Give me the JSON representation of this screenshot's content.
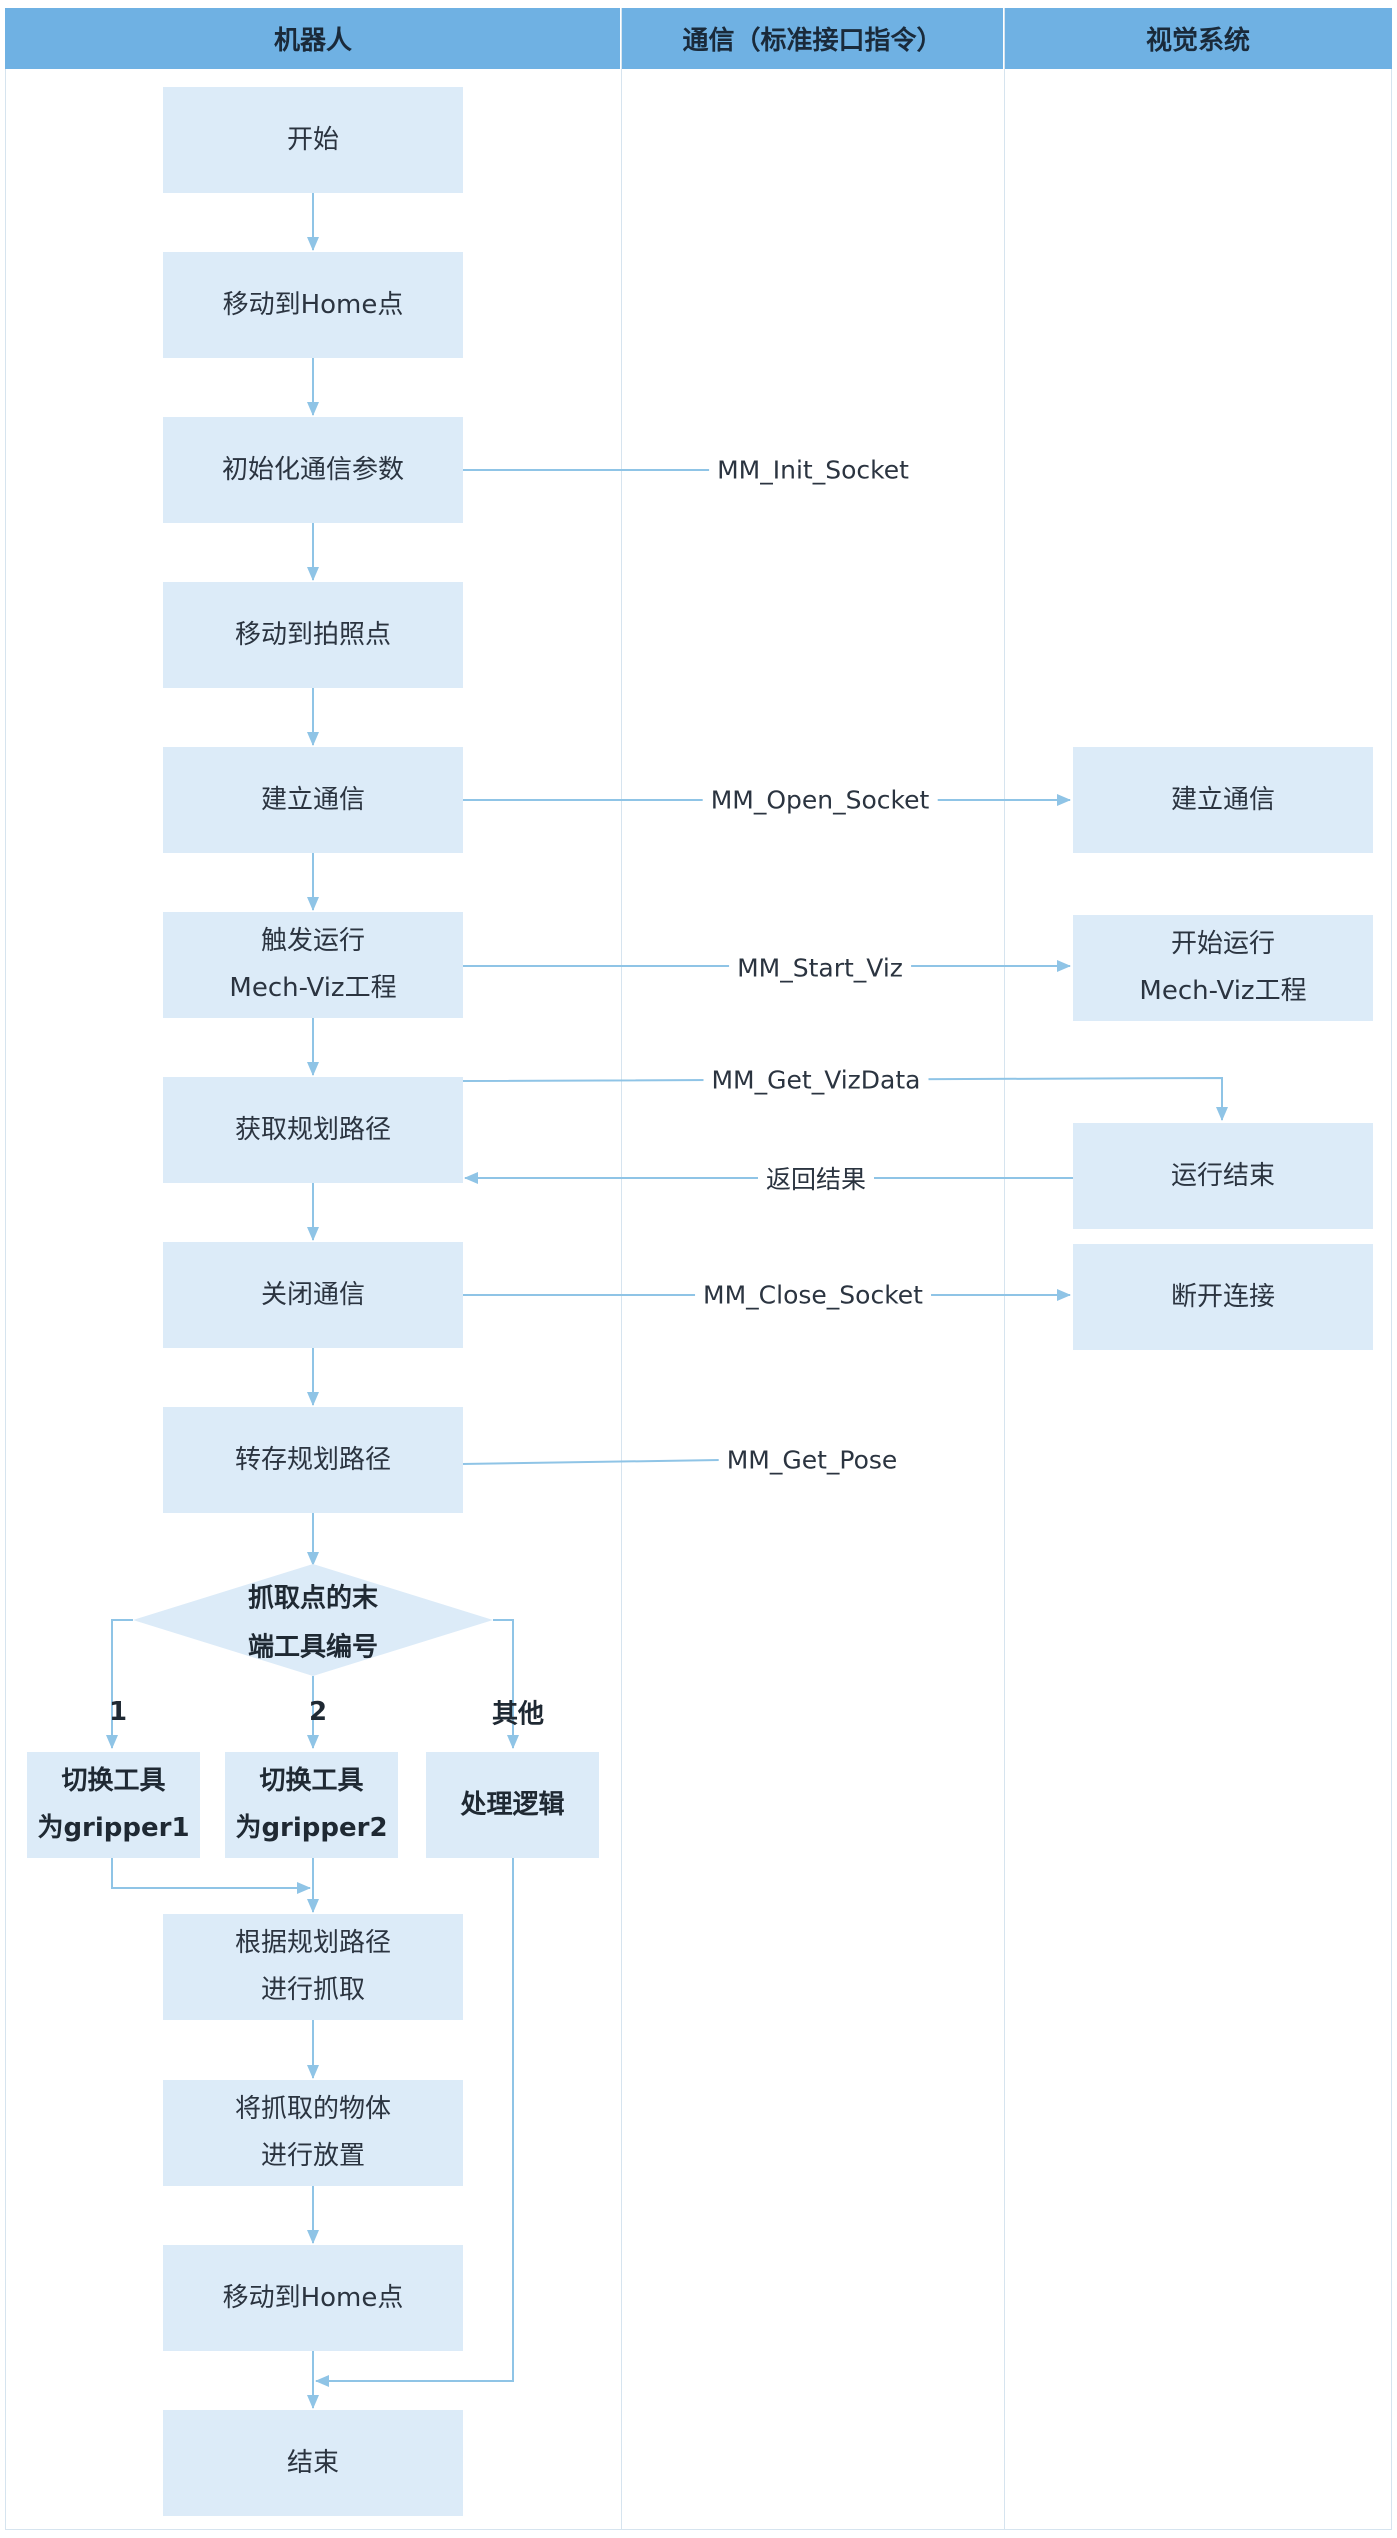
{
  "lanes": {
    "robot": "机器人",
    "comm": "通信（标准接口指令）",
    "vision": "视觉系统"
  },
  "robot_steps": {
    "start": "开始",
    "move_home": "移动到Home点",
    "init_comm": "初始化通信参数",
    "move_photo": "移动到拍照点",
    "open_comm": "建立通信",
    "trigger_1": "触发运行",
    "trigger_2": "Mech-Viz工程",
    "get_path": "获取规划路径",
    "close_comm": "关闭通信",
    "save_path": "转存规划路径",
    "decision_1": "抓取点的末",
    "decision_2": "端工具编号",
    "branch_1": "1",
    "branch_2": "2",
    "branch_other": "其他",
    "switch1_1": "切换工具",
    "switch1_2": "为gripper1",
    "switch2_1": "切换工具",
    "switch2_2": "为gripper2",
    "other_logic": "处理逻辑",
    "grab_1": "根据规划路径",
    "grab_2": "进行抓取",
    "place_1": "将抓取的物体",
    "place_2": "进行放置",
    "move_home2": "移动到Home点",
    "end": "结束"
  },
  "commands": {
    "init_socket": "MM_Init_Socket",
    "open_socket": "MM_Open_Socket",
    "start_viz": "MM_Start_Viz",
    "get_vizdata": "MM_Get_VizData",
    "return_result": "返回结果",
    "close_socket": "MM_Close_Socket",
    "get_pose": "MM_Get_Pose"
  },
  "vision_steps": {
    "open_comm": "建立通信",
    "start_run_1": "开始运行",
    "start_run_2": "Mech-Viz工程",
    "run_end": "运行结束",
    "disconnect": "断开连接"
  },
  "colors": {
    "header": "#6fb1e3",
    "box": "#dcebf8",
    "arrow": "#8fc4e6",
    "lane_line": "#d6e4ef"
  }
}
